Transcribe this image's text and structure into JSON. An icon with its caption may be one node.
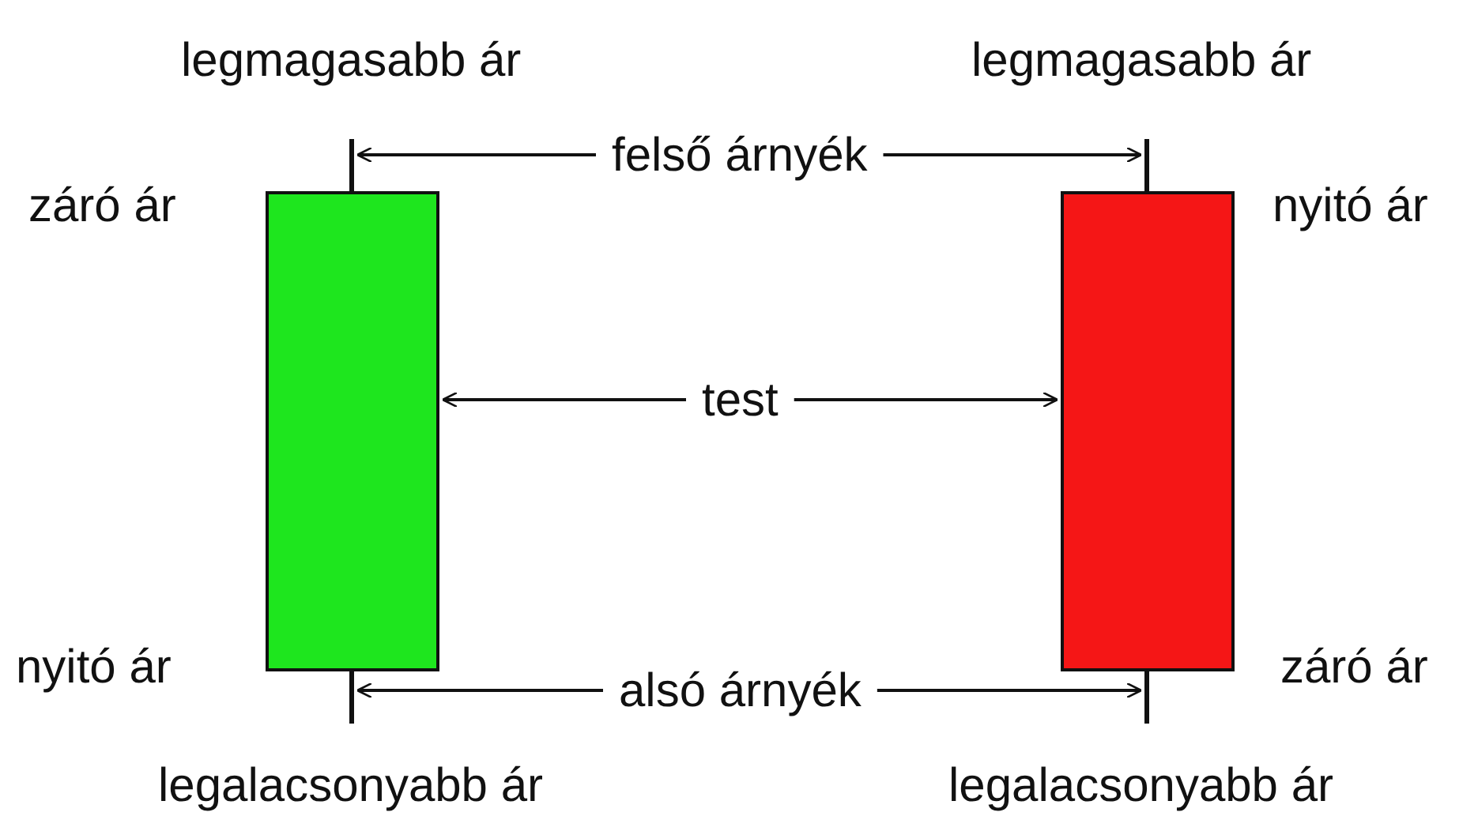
{
  "diagram": {
    "nodes": [
      {
        "text": [],
        "shape": "bar"
      },
      {
        "text": [
          "felső árnyék"
        ]
      },
      {
        "text": [],
        "shape": "bar"
      },
      {
        "text": [],
        "shape": "box"
      },
      {
        "text": [
          "test"
        ]
      },
      {
        "text": [],
        "shape": "box"
      },
      {
        "text": [],
        "shape": "bar"
      },
      {
        "text": [
          "alsó árnyék"
        ]
      },
      {
        "text": [],
        "shape": "bar"
      }
    ],
    "edges": [
      {
        "from": 1,
        "to": 0,
        "arrow": "to"
      },
      {
        "from": 1,
        "to": 2,
        "arrow": "to"
      },
      {
        "from": 4,
        "to": 3,
        "arrow": "to"
      },
      {
        "from": 4,
        "to": 5,
        "arrow": "to"
      },
      {
        "from": 7,
        "to": 6,
        "arrow": "to"
      },
      {
        "from": 7,
        "to": 8,
        "arrow": "to"
      }
    ],
    "labels": [
      "legmagasabb ár",
      "legmagasabb ár",
      "záró ár",
      "nyitó ár",
      "nyitó ár",
      "záró ár",
      "legalacsonyabb ár",
      "legalacsonyabb ár"
    ]
  }
}
